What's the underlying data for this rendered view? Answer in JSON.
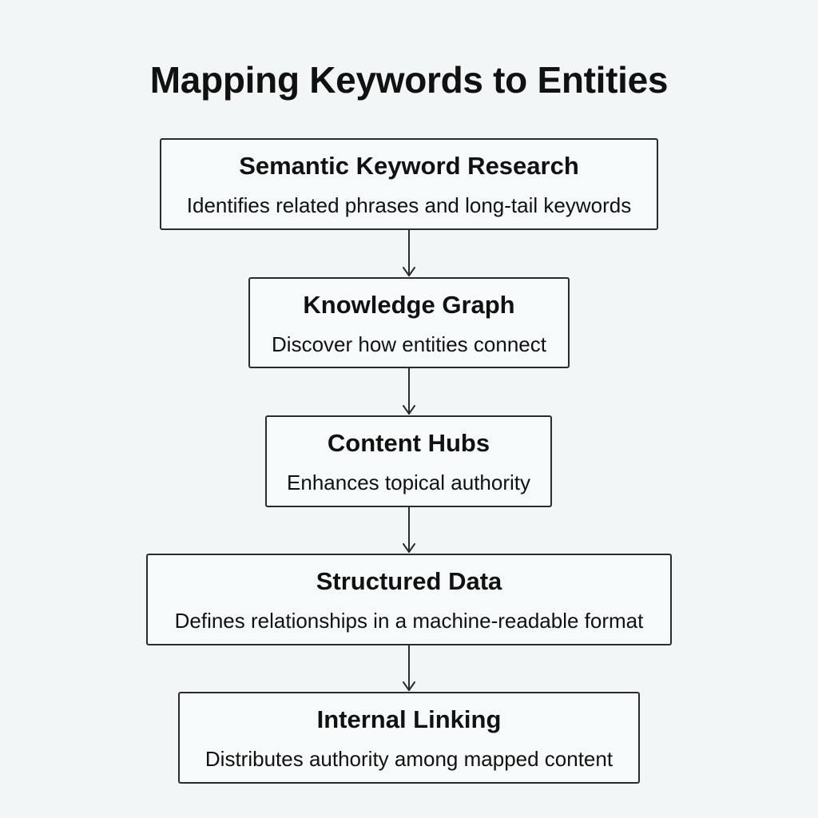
{
  "title": "Mapping Keywords to Entities",
  "steps": [
    {
      "title": "Semantic Keyword Research",
      "description": "Identifies related phrases and long-tail keywords"
    },
    {
      "title": "Knowledge Graph",
      "description": "Discover how entities connect"
    },
    {
      "title": "Content Hubs",
      "description": "Enhances topical authority"
    },
    {
      "title": "Structured Data",
      "description": "Defines relationships in a machine-readable format"
    },
    {
      "title": "Internal Linking",
      "description": "Distributes authority among mapped content"
    }
  ]
}
